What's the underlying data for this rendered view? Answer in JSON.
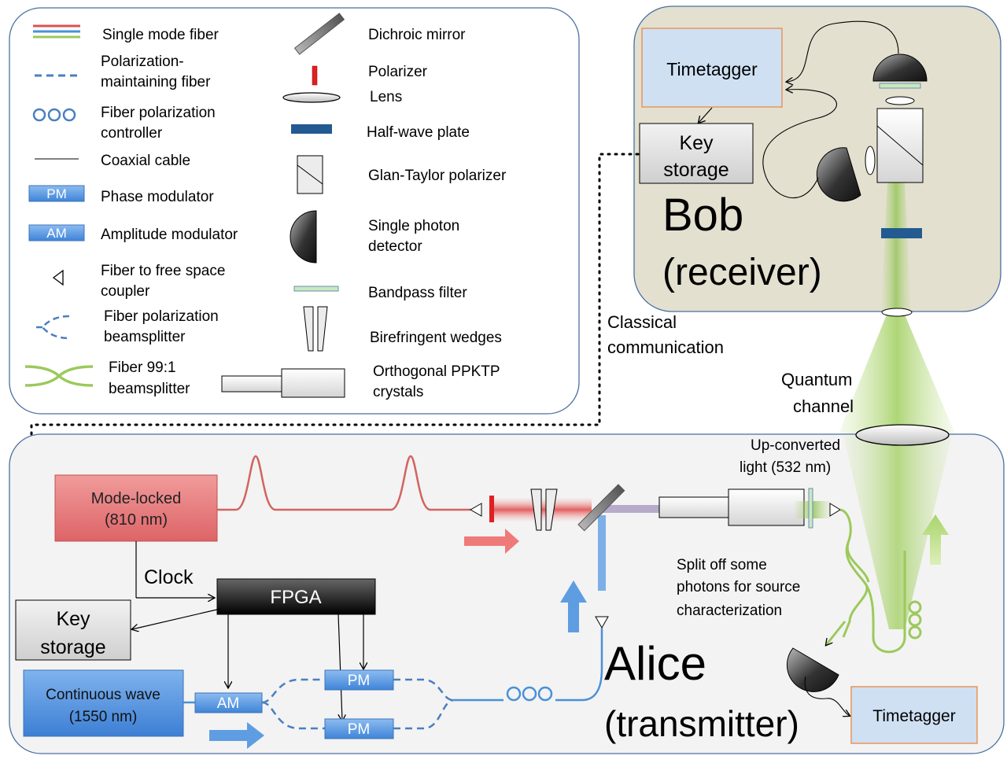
{
  "legend": {
    "single_mode_fiber": "Single mode fiber",
    "pm_fiber_1": "Polarization-",
    "pm_fiber_2": "maintaining fiber",
    "fpc_1": "Fiber polarization",
    "fpc_2": "controller",
    "coax": "Coaxial cable",
    "pm_box": "PM",
    "phase_mod": "Phase modulator",
    "am_box": "AM",
    "amp_mod": "Amplitude modulator",
    "coupler_1": "Fiber to free space",
    "coupler_2": "coupler",
    "fpbs_1": "Fiber polarization",
    "fpbs_2": "beamsplitter",
    "f99_1": "Fiber 99:1",
    "f99_2": "beamsplitter",
    "dichroic": "Dichroic mirror",
    "polarizer": "Polarizer",
    "lens": "Lens",
    "hwp": "Half-wave plate",
    "glan": "Glan-Taylor polarizer",
    "spd_1": "Single photon",
    "spd_2": "detector",
    "bandpass": "Bandpass filter",
    "wedges": "Birefringent wedges",
    "ppktp_1": "Orthogonal PPKTP",
    "ppktp_2": "crystals"
  },
  "bob": {
    "title": "Bob",
    "subtitle": "(receiver)",
    "timetagger": "Timetagger",
    "key_1": "Key",
    "key_2": "storage"
  },
  "classical_1": "Classical",
  "classical_2": "communication",
  "quantum_1": "Quantum",
  "quantum_2": "channel",
  "alice": {
    "title": "Alice",
    "subtitle": "(transmitter)",
    "laser_1": "Mode-locked",
    "laser_2": "(810 nm)",
    "clock": "Clock",
    "fpga": "FPGA",
    "key_1": "Key",
    "key_2": "storage",
    "cw_1": "Continuous wave",
    "cw_2": "(1550 nm)",
    "am": "AM",
    "pm_top": "PM",
    "pm_bottom": "PM",
    "upconv_1": "Up-converted",
    "upconv_2": "light (532 nm)",
    "split_1": "Split off some",
    "split_2": "photons for source",
    "split_3": "characterization",
    "timetagger": "Timetagger"
  },
  "colors": {
    "red_fiber": "#d9534f",
    "blue_fiber": "#4a90d9",
    "green_fiber": "#9cc95a",
    "bob_bg": "#e4e0cf",
    "alice_bg": "#f3f3f3",
    "timetagger_bg": "#cfe0f3",
    "timetagger_border": "#e8955a",
    "laser_fill": "#e8797b",
    "cw_fill": "#4f8fdf",
    "hwp_fill": "#235a91"
  }
}
